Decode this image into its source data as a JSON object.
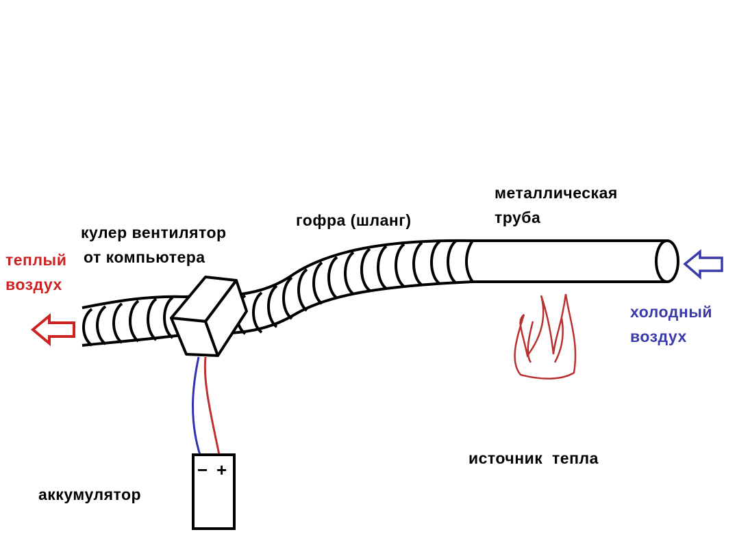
{
  "labels": {
    "cooler_fan": [
      "кулер вентилятор",
      "от компьютера"
    ],
    "hose": "гофра (шланг)",
    "metal_pipe": [
      "металлическая",
      "труба"
    ],
    "warm_air": [
      "теплый",
      "воздух"
    ],
    "cold_air": [
      "холодный",
      "воздух"
    ],
    "heat_source": "источник  тепла",
    "battery": "аккумулятор",
    "battery_minus": "−",
    "battery_plus": "+"
  },
  "colors": {
    "warm": "#cc2222",
    "cold": "#3a3aa8",
    "wire_red": "#c03030",
    "wire_blue": "#3030b0",
    "flame": "#b83030",
    "ink": "#000000"
  },
  "icons": [
    "arrow-left-icon",
    "flame-icon",
    "fan-icon",
    "battery-icon"
  ]
}
